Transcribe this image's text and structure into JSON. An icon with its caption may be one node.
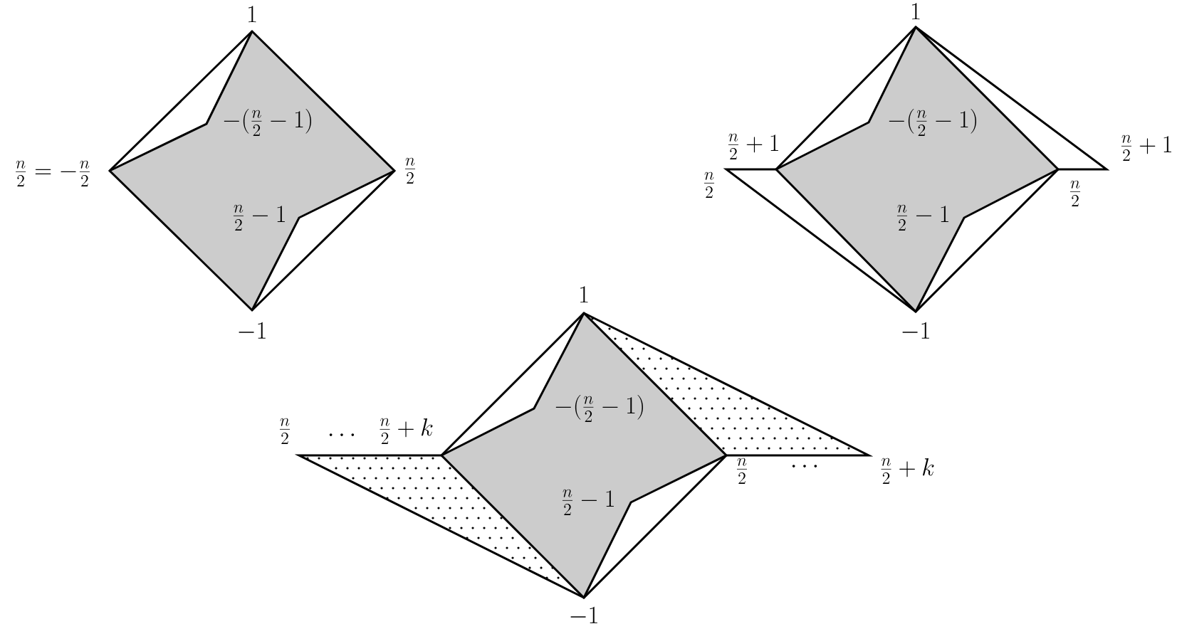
{
  "diagram": {
    "labels": [
      "1",
      "1",
      "-(\\frac{n}{2}-1)",
      "-(\\frac{n}{2}-1)",
      "\\frac{n}{2}+1",
      "\\frac{n}{2}+1",
      "\\frac{n}{2}=-\\frac{n}{2}",
      "\\frac{n}{2}",
      "\\frac{n}{2}",
      "\\frac{n}{2}",
      "\\frac{n}{2}-1",
      "\\frac{n}{2}-1",
      "-1",
      "-1",
      "1",
      "-(\\frac{n}{2}-1)",
      "\\frac{n}{2}",
      "\\cdots",
      "\\frac{n}{2}+k",
      "\\frac{n}{2}",
      "\\cdots",
      "\\frac{n}{2}+k",
      "\\frac{n}{2}-1",
      "-1"
    ]
  }
}
